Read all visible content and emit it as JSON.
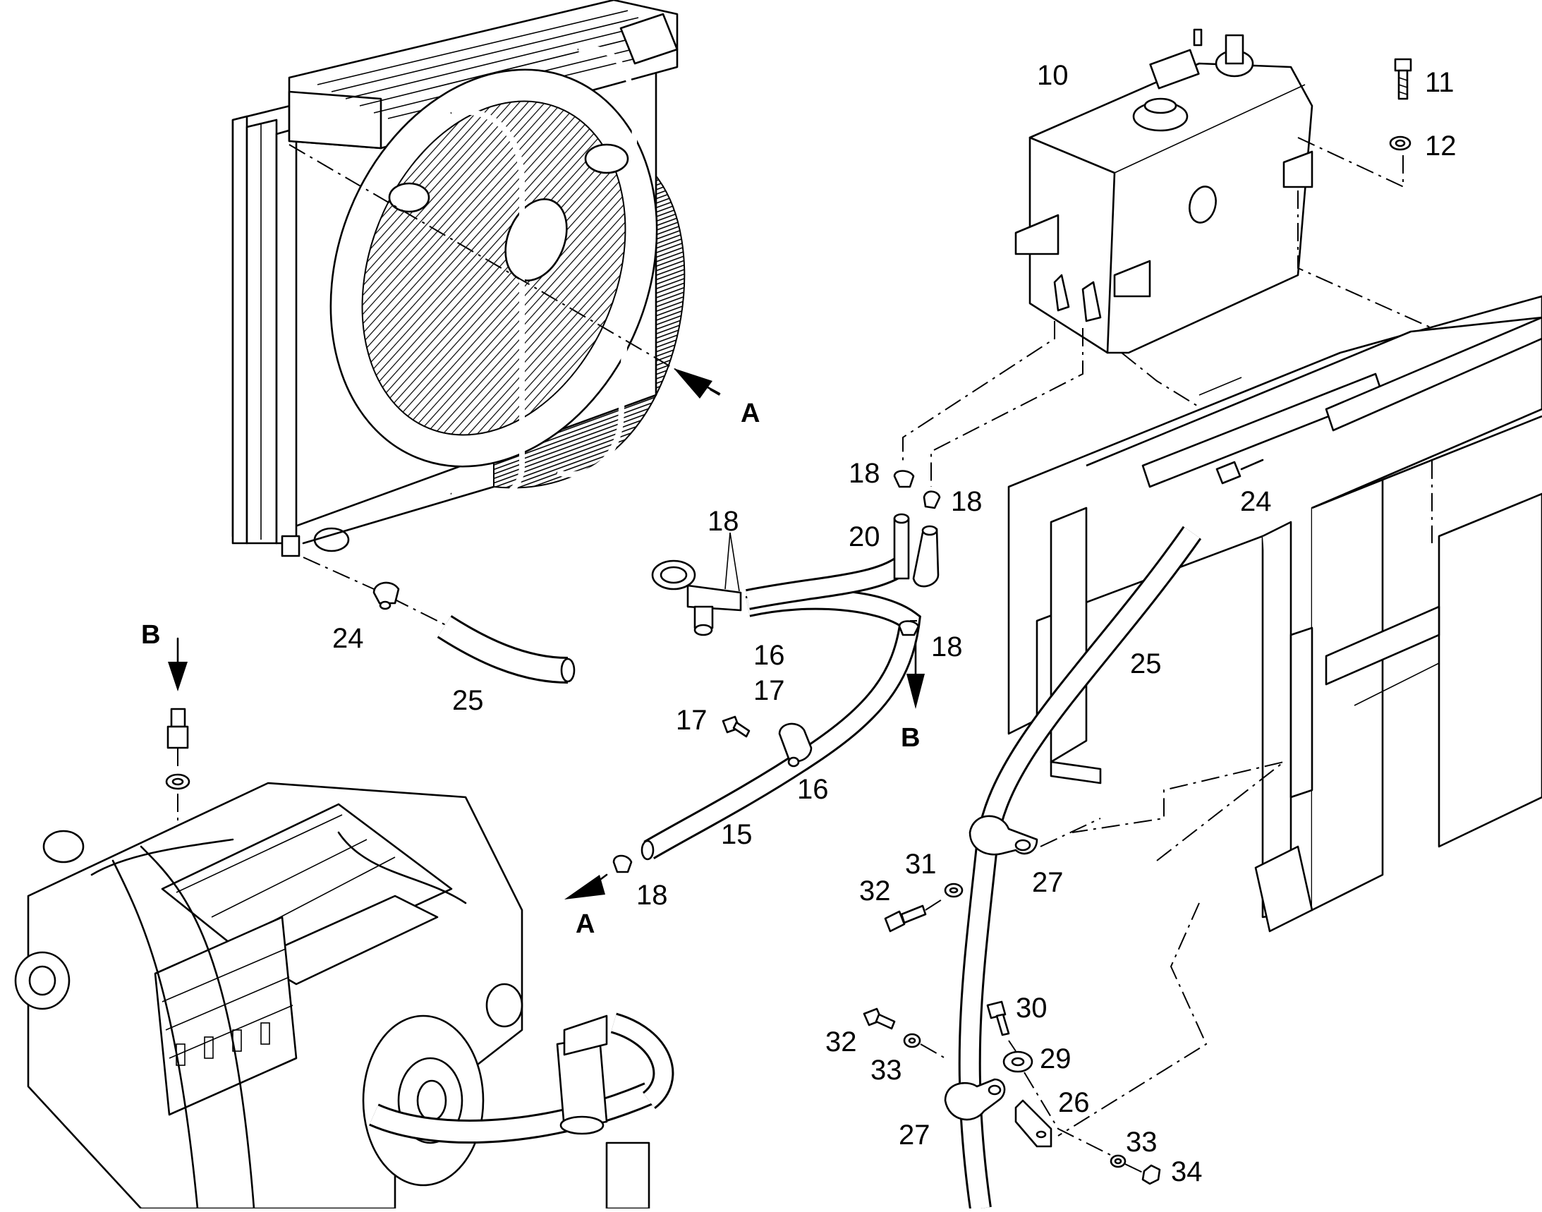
{
  "callouts": [
    {
      "id": "c10",
      "text": "10"
    },
    {
      "id": "c11",
      "text": "11"
    },
    {
      "id": "c12",
      "text": "12"
    },
    {
      "id": "c18a",
      "text": "18"
    },
    {
      "id": "c18b",
      "text": "18"
    },
    {
      "id": "c18c",
      "text": "18"
    },
    {
      "id": "c18d",
      "text": "18"
    },
    {
      "id": "c18e",
      "text": "18"
    },
    {
      "id": "c20",
      "text": "20"
    },
    {
      "id": "c24a",
      "text": "24"
    },
    {
      "id": "c24b",
      "text": "24"
    },
    {
      "id": "c25a",
      "text": "25"
    },
    {
      "id": "c25b",
      "text": "25"
    },
    {
      "id": "c16a",
      "text": "16"
    },
    {
      "id": "c17a",
      "text": "17"
    },
    {
      "id": "c17b",
      "text": "17"
    },
    {
      "id": "c16b",
      "text": "16"
    },
    {
      "id": "c15",
      "text": "15"
    },
    {
      "id": "c31",
      "text": "31"
    },
    {
      "id": "c32a",
      "text": "32"
    },
    {
      "id": "c27a",
      "text": "27"
    },
    {
      "id": "c30",
      "text": "30"
    },
    {
      "id": "c32b",
      "text": "32"
    },
    {
      "id": "c29",
      "text": "29"
    },
    {
      "id": "c33a",
      "text": "33"
    },
    {
      "id": "c26",
      "text": "26"
    },
    {
      "id": "c27b",
      "text": "27"
    },
    {
      "id": "c33b",
      "text": "33"
    },
    {
      "id": "c34",
      "text": "34"
    }
  ],
  "view_markers": [
    {
      "id": "A1",
      "text": "A"
    },
    {
      "id": "A2",
      "text": "A"
    },
    {
      "id": "B1",
      "text": "B"
    },
    {
      "id": "B2",
      "text": "B"
    }
  ]
}
